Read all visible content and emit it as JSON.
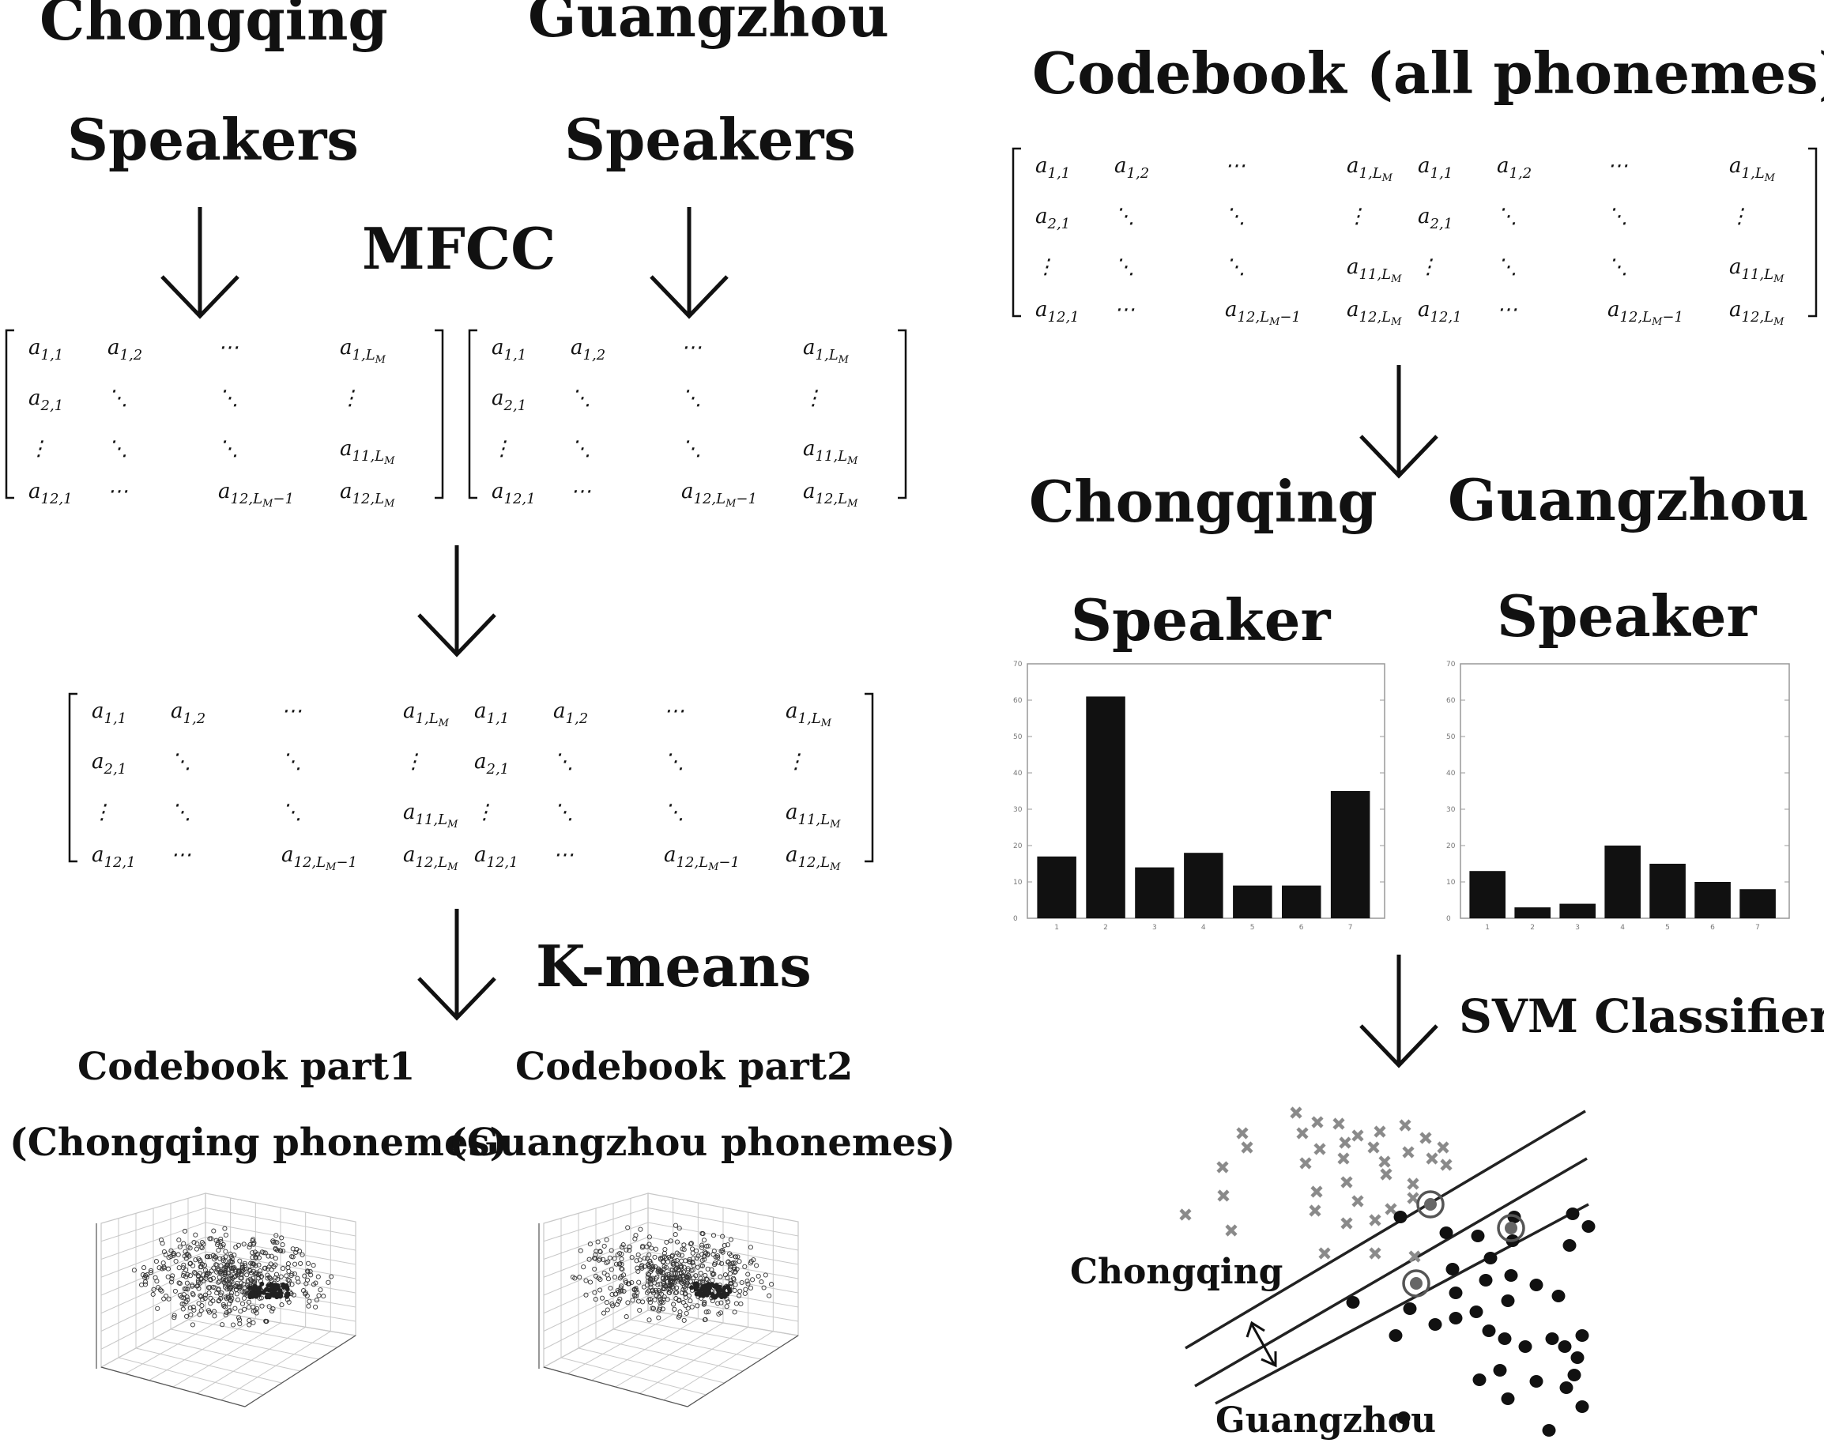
{
  "labels": {
    "chongqing_speakers": [
      "Chongqing",
      "Speakers"
    ],
    "guangzhou_speakers": [
      "Guangzhou",
      "Speakers"
    ],
    "mfcc": "MFCC",
    "kmeans": "K-means",
    "codebook_part1": [
      "Codebook part1",
      "(Chongqing phonemes)"
    ],
    "codebook_part2": [
      "Codebook part2",
      "(Guangzhou phonemes)"
    ],
    "codebook_all": "Codebook (all phonemes)",
    "chongqing_speaker": [
      "Chongqing",
      "Speaker"
    ],
    "guangzhou_speaker": [
      "Guangzhou",
      "Speaker"
    ],
    "svm": "SVM Classifier",
    "svm_class_a": "Chongqing",
    "svm_class_b": "Guangzhou"
  },
  "matrix_rows": [
    [
      [
        "a",
        "1,1"
      ],
      [
        "a",
        "1,2"
      ],
      [
        "⋯",
        ""
      ],
      [
        "a",
        "1,L_M"
      ]
    ],
    [
      [
        "a",
        "2,1"
      ],
      [
        "⋱",
        ""
      ],
      [
        "⋱",
        ""
      ],
      [
        "⋮",
        ""
      ]
    ],
    [
      [
        "⋮",
        ""
      ],
      [
        "⋱",
        ""
      ],
      [
        "⋱",
        ""
      ],
      [
        "a",
        "11,L_M"
      ]
    ],
    [
      [
        "a",
        "12,1"
      ],
      [
        "⋯",
        ""
      ],
      [
        "a",
        "12,L_M−1"
      ],
      [
        "a",
        "12,L_M"
      ]
    ]
  ],
  "chart_data": [
    {
      "type": "bar",
      "title": "",
      "categories": [
        "1",
        "2",
        "3",
        "4",
        "5",
        "6",
        "7"
      ],
      "values": [
        17,
        61,
        14,
        18,
        9,
        9,
        35
      ],
      "ylim": [
        0,
        70
      ],
      "yticks": [
        "0",
        "10",
        "20",
        "30",
        "40",
        "50",
        "60",
        "70"
      ],
      "bar_color": "#111111"
    },
    {
      "type": "bar",
      "title": "",
      "categories": [
        "1",
        "2",
        "3",
        "4",
        "5",
        "6",
        "7"
      ],
      "values": [
        13,
        3,
        4,
        20,
        15,
        10,
        8
      ],
      "ylim": [
        0,
        70
      ],
      "yticks": [
        "0",
        "10",
        "20",
        "30",
        "40",
        "50",
        "60",
        "70"
      ],
      "bar_color": "#111111"
    }
  ]
}
